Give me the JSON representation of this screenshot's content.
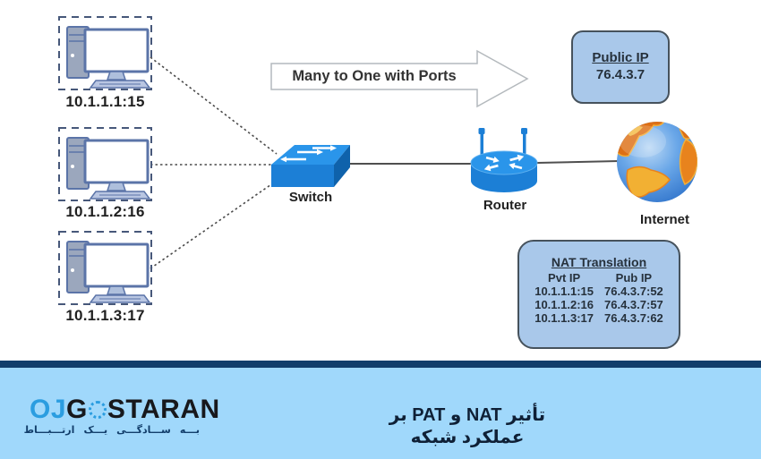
{
  "diagram": {
    "arrow_label": "Many to One with Ports",
    "computers": [
      {
        "label": "10.1.1.1:15"
      },
      {
        "label": "10.1.1.2:16"
      },
      {
        "label": "10.1.1.3:17"
      }
    ],
    "switch_label": "Switch",
    "router_label": "Router",
    "internet_label": "Internet",
    "public_ip": {
      "title": "Public IP",
      "value": "76.4.3.7"
    },
    "nat_table": {
      "title": "NAT Translation",
      "columns": [
        "Pvt IP",
        "Pub IP"
      ],
      "rows": [
        [
          "10.1.1.1:15",
          "76.4.3.7:52"
        ],
        [
          "10.1.1.2:16",
          "76.4.3.7:57"
        ],
        [
          "10.1.1.3:17",
          "76.4.3.7:62"
        ]
      ]
    }
  },
  "footer": {
    "logo": {
      "part1": "OJ",
      "part2": "G",
      "part3": "STARAN",
      "tagline": "بـــه ســـادگـــی یـــک ارتـــبـــاط"
    },
    "title": "تأثیر NAT و PAT بر عملکرد شبکه"
  },
  "colors": {
    "device_blue": "#1c7fd6",
    "device_blue_light": "#2a95ea",
    "device_blue_dark": "#0f62ab",
    "box_fill": "#a9c8ea",
    "box_border": "#46525c",
    "footer_bg": "#a0d8fb",
    "footer_bar": "#123e6b",
    "logo_blue": "#2b9de0"
  }
}
